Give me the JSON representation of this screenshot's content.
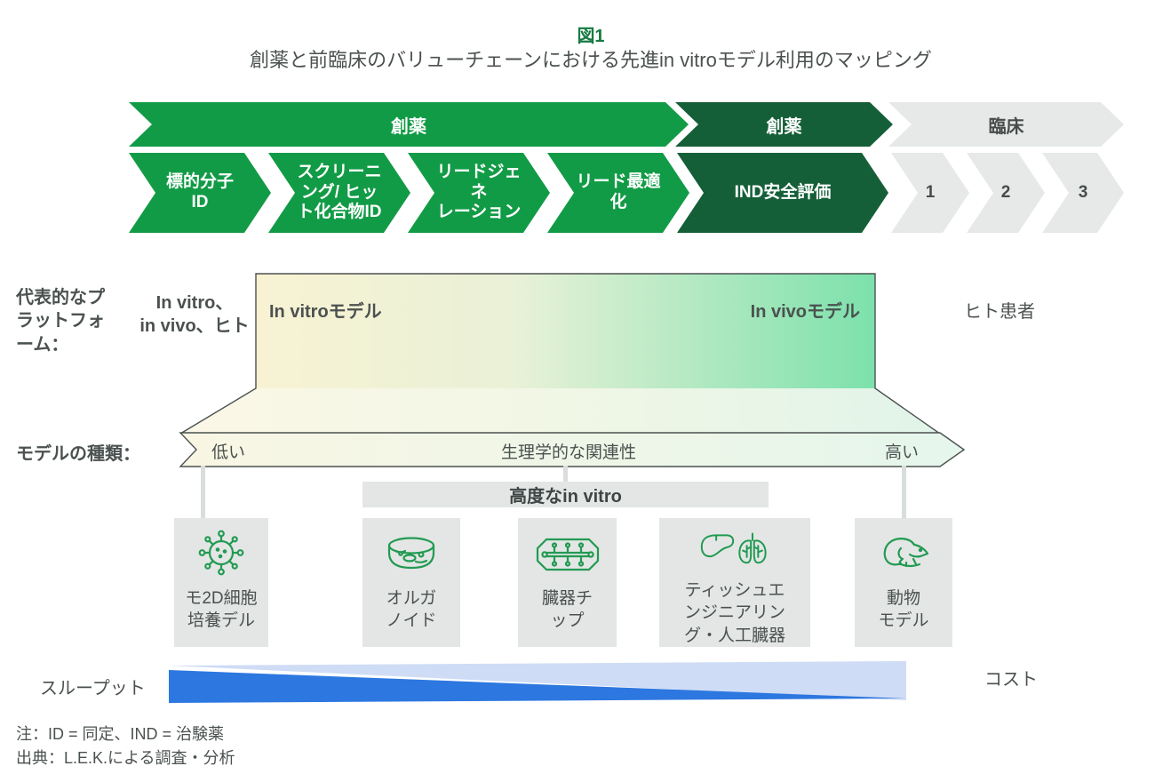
{
  "figure": {
    "label": "図1",
    "title": "創薬と前臨床のバリューチェーンにおける先進in vitroモデル利用のマッピング"
  },
  "value_chain": {
    "phases": [
      {
        "label": "創薬",
        "variant": "green"
      },
      {
        "label": "創薬",
        "variant": "dark"
      },
      {
        "label": "臨床",
        "variant": "gray"
      }
    ],
    "stages": [
      {
        "label": "標的分子\nID",
        "variant": "green"
      },
      {
        "label": "スクリーニ\nング/ ヒッ\nト化合物ID",
        "variant": "green"
      },
      {
        "label": "リードジェネ\nレーション",
        "variant": "green"
      },
      {
        "label": "リード最適化",
        "variant": "green"
      },
      {
        "label": "IND安全評価",
        "variant": "dark"
      },
      {
        "label": "1",
        "variant": "gray"
      },
      {
        "label": "2",
        "variant": "gray"
      },
      {
        "label": "3",
        "variant": "gray"
      }
    ]
  },
  "platform_row": {
    "label": "代表的なプ\nラットフォ\nーム：",
    "sublabel": "In vitro、\nin vivo、ヒト",
    "invitro_label": "In vitroモデル",
    "invivo_label": "In vivoモデル",
    "human_label": "ヒト患者"
  },
  "model_row": {
    "label": "モデルの種類：",
    "scale_low": "低い",
    "scale_axis": "生理学的な関連性",
    "scale_high": "高い",
    "banner": "高度なin vitro",
    "models": [
      {
        "icon": "cell-culture-icon",
        "label": "モ2D細胞\n培養デル"
      },
      {
        "icon": "organoid-icon",
        "label": "オルガ\nノイド"
      },
      {
        "icon": "organ-chip-icon",
        "label": "臓器チ\nップ"
      },
      {
        "icon": "tissue-engineering-icon",
        "label": "ティッシュエ\nンジニアリン\nグ・人工臓器"
      },
      {
        "icon": "animal-model-icon",
        "label": "動物\nモデル"
      }
    ]
  },
  "tradeoff": {
    "throughput_label": "スループット",
    "cost_label": "コスト"
  },
  "notes": {
    "note1": "注：ID = 同定、IND = 治験薬",
    "note2": "出典：L.E.K.による調査・分析"
  },
  "colors": {
    "green": "#129b46",
    "dark_green": "#155f38",
    "light_gray_chevron": "#e6e9e8",
    "text_gray": "#4b5150",
    "title_green": "#177a42",
    "gradient_left": "#f8f2d3",
    "gradient_right": "#7ce1ac",
    "icon_green": "#229a52",
    "throughput_blue": "#2d77e0",
    "cost_light_blue": "#cfdcf5",
    "box_gray": "#e3e6e5"
  }
}
